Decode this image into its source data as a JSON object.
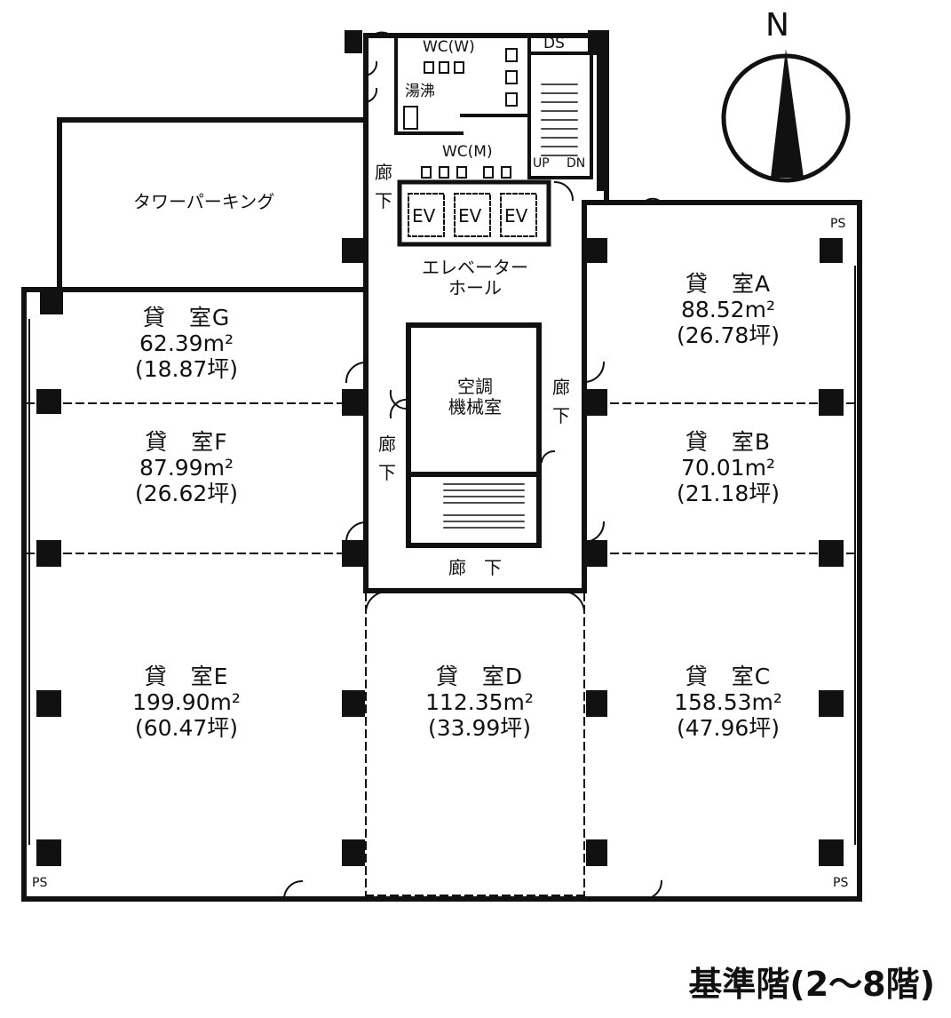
{
  "floor_title": "基準階(2〜8階)",
  "north": "N",
  "rooms": {
    "a": {
      "name": "貸　室A",
      "area": "88.52m²",
      "tsubo": "(26.78坪)"
    },
    "b": {
      "name": "貸　室B",
      "area": "70.01m²",
      "tsubo": "(21.18坪)"
    },
    "c": {
      "name": "貸　室C",
      "area": "158.53m²",
      "tsubo": "(47.96坪)"
    },
    "d": {
      "name": "貸　室D",
      "area": "112.35m²",
      "tsubo": "(33.99坪)"
    },
    "e": {
      "name": "貸　室E",
      "area": "199.90m²",
      "tsubo": "(60.47坪)"
    },
    "f": {
      "name": "貸　室F",
      "area": "87.99m²",
      "tsubo": "(26.62坪)"
    },
    "g": {
      "name": "貸　室G",
      "area": "62.39m²",
      "tsubo": "(18.87坪)"
    }
  },
  "facilities": {
    "tower_parking": "タワーパーキング",
    "elevator_hall": "エレベーター\nホール",
    "ac_room": "空調\n機械室",
    "wc_women": "WC(W)",
    "wc_men": "WC(M)",
    "kitchenette": "湯沸",
    "ds": "DS",
    "up": "UP",
    "dn": "DN",
    "ev": "EV",
    "ps": "PS",
    "corridor_v": "廊\n下",
    "corridor_h": "廊　下"
  }
}
